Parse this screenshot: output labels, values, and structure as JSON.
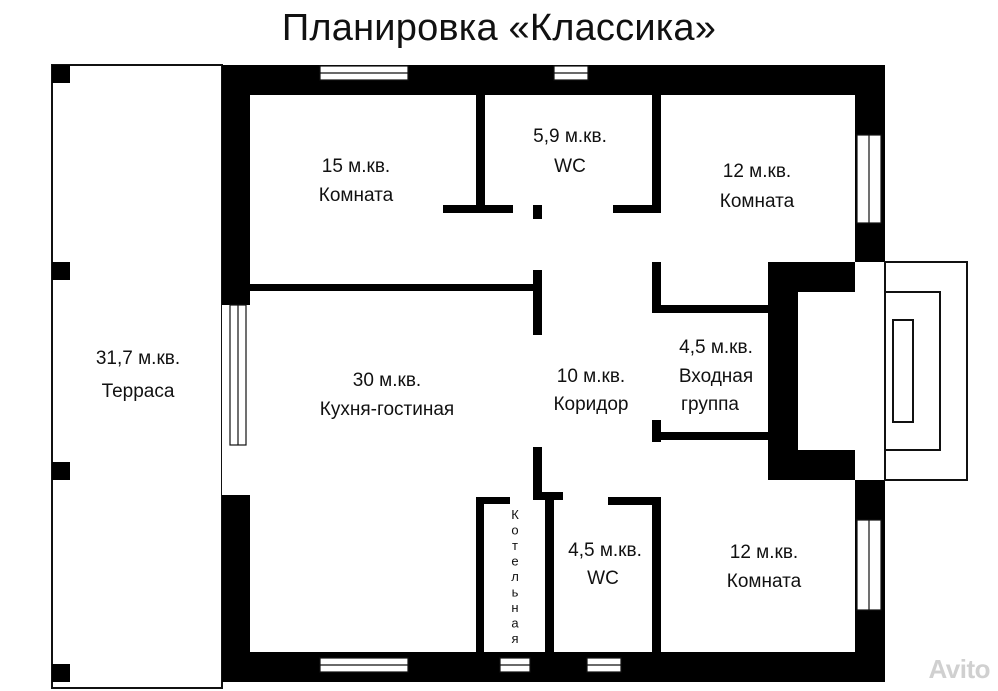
{
  "title": "Планировка «Классика»",
  "rooms": {
    "terrace": {
      "area": "31,7 м.кв.",
      "name": "Терраса"
    },
    "room_top_left": {
      "area": "15 м.кв.",
      "name": "Комната"
    },
    "wc_top": {
      "area": "5,9 м.кв.",
      "name": "WC"
    },
    "room_top_right": {
      "area": "12 м.кв.",
      "name": "Комната"
    },
    "kitchen_living": {
      "area": "30 м.кв.",
      "name": "Кухня-гостиная"
    },
    "corridor": {
      "area": "10 м.кв.",
      "name": "Коридор"
    },
    "entrance": {
      "area": "4,5 м.кв.",
      "name_line1": "Входная",
      "name_line2": "группа"
    },
    "boiler_room": {
      "name": "Котельная",
      "letters": [
        "К",
        "о",
        "т",
        "е",
        "л",
        "ь",
        "н",
        "а",
        "я"
      ]
    },
    "wc_bottom": {
      "area": "4,5 м.кв.",
      "name": "WC"
    },
    "room_bottom_right": {
      "area": "12 м.кв.",
      "name": "Комната"
    }
  },
  "watermark": "Avito"
}
